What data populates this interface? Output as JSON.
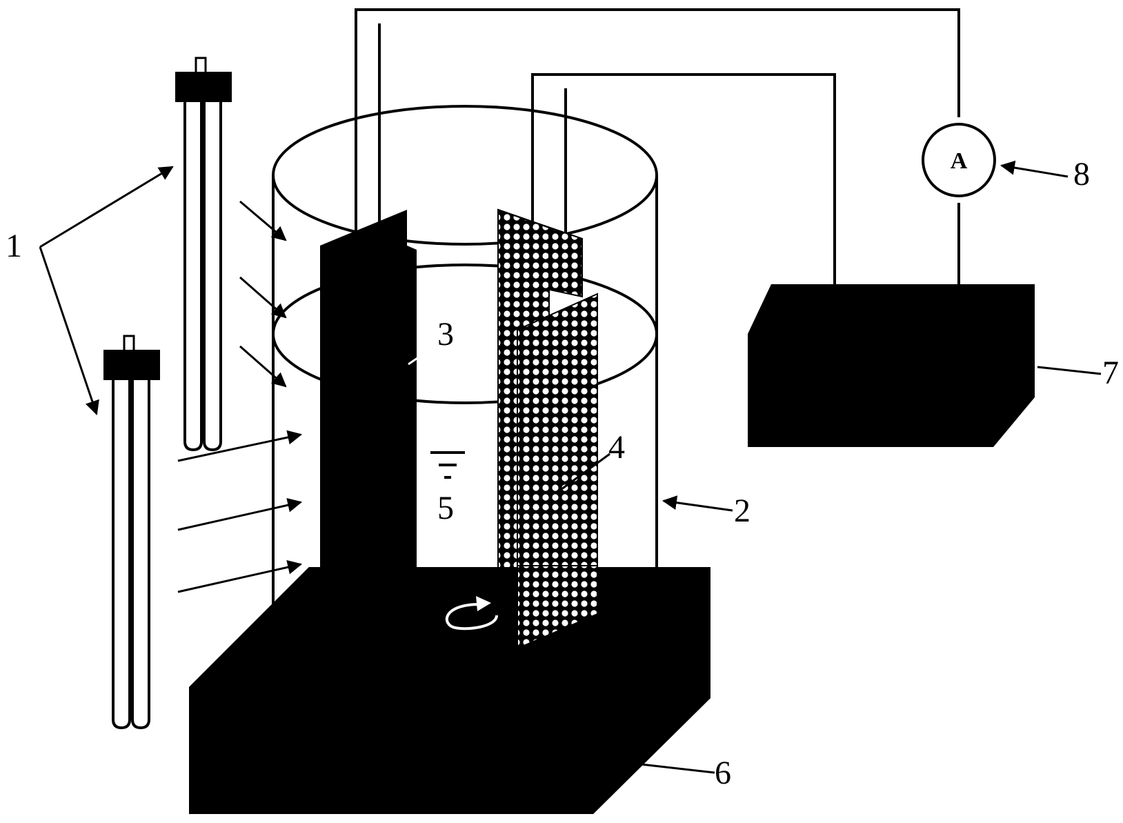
{
  "labels": {
    "uv_lamps": "1",
    "reactor_vessel": "2",
    "anode_plate": "3",
    "mesh_cathode": "4",
    "electrolyte": "5",
    "magnetic_stirrer": "6",
    "power_supply": "7",
    "ammeter": "8"
  },
  "ammeter_symbol": "A",
  "colors": {
    "ink": "#000000",
    "paper": "#ffffff"
  }
}
